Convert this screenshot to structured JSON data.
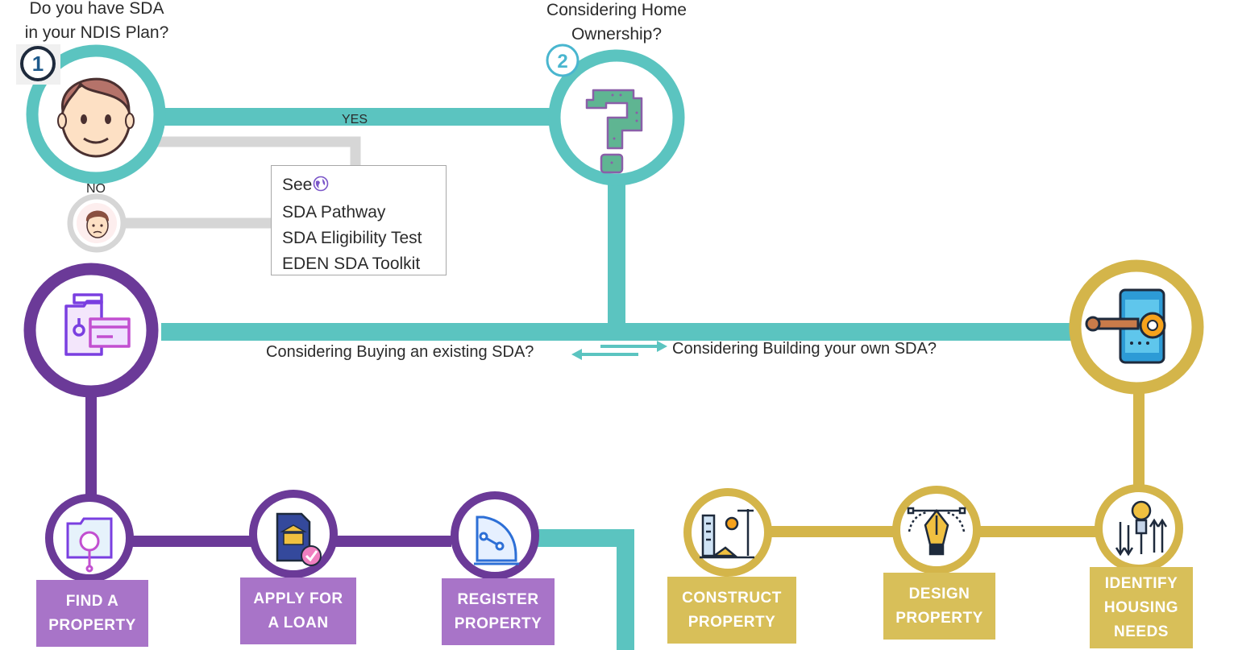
{
  "steps": {
    "one": {
      "number": "1",
      "question_line1": "Do you have SDA",
      "question_line2": "in your NDIS Plan?"
    },
    "two": {
      "number": "2",
      "question_line1": "Considering Home",
      "question_line2": "Ownership?"
    }
  },
  "connectors": {
    "yes": "YES",
    "no": "NO"
  },
  "see_box": {
    "see": "See",
    "links": [
      "SDA Pathway",
      "SDA Eligibility Test",
      "EDEN SDA Toolkit"
    ]
  },
  "branches": {
    "buy": "Considering Buying an existing SDA?",
    "build": "Considering Building your own SDA?"
  },
  "buy_steps": [
    {
      "line1": "FIND A",
      "line2": "PROPERTY"
    },
    {
      "line1": "APPLY FOR",
      "line2": "A LOAN"
    },
    {
      "line1": "REGISTER",
      "line2": "PROPERTY"
    }
  ],
  "build_steps": [
    {
      "line1": "CONSTRUCT",
      "line2": "PROPERTY"
    },
    {
      "line1": "DESIGN",
      "line2": "PROPERTY"
    },
    {
      "line1": "IDENTIFY",
      "line2": "HOUSING",
      "line3": "NEEDS"
    }
  ],
  "colors": {
    "teal": "#5bc4c0",
    "purple": "#6b3a98",
    "purple_label": "#a874c8",
    "gold": "#d4b54a",
    "gold_label": "#d8bf59",
    "grey": "#d6d6d6"
  },
  "icons": [
    "happy-face-icon",
    "sad-face-icon",
    "question-mark-icon",
    "globe-icon",
    "folder-card-icon",
    "phone-wrench-gear-icon",
    "folder-search-icon",
    "bank-document-icon",
    "blueprint-tool-icon",
    "construction-crane-icon",
    "pen-tool-icon",
    "lightbulb-arrows-icon",
    "arrows-icon"
  ]
}
